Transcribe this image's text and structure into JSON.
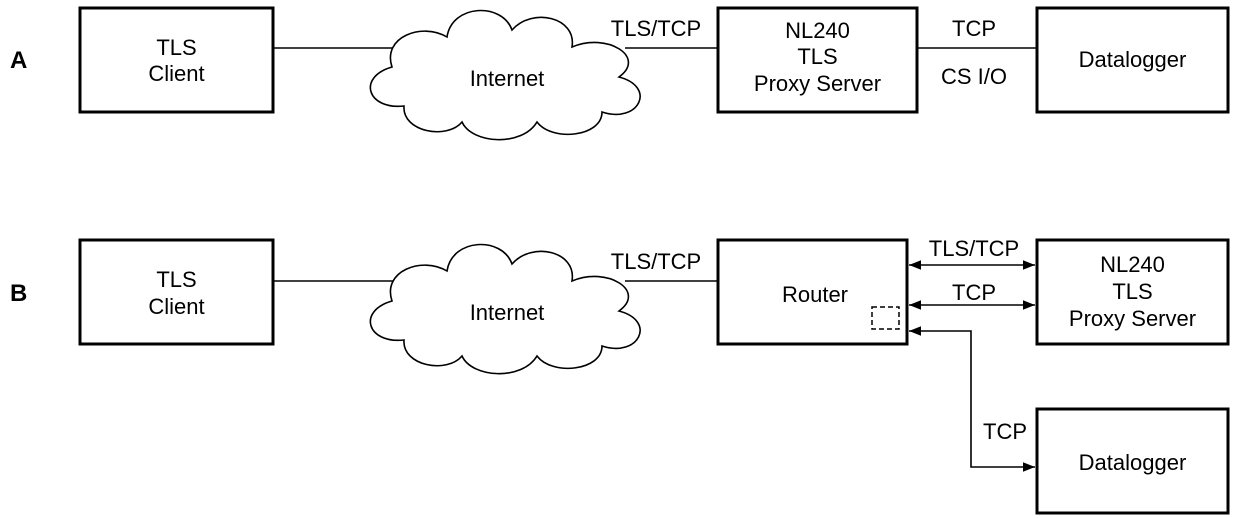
{
  "panel_a": {
    "label": "A",
    "client_line1": "TLS",
    "client_line2": "Client",
    "cloud_label": "Internet",
    "link_internet_proxy": "TLS/TCP",
    "proxy_line1": "NL240",
    "proxy_line2": "TLS",
    "proxy_line3": "Proxy Server",
    "link_proxy_logger_top": "TCP",
    "link_proxy_logger_bottom": "CS I/O",
    "datalogger": "Datalogger"
  },
  "panel_b": {
    "label": "B",
    "client_line1": "TLS",
    "client_line2": "Client",
    "cloud_label": "Internet",
    "link_internet_router": "TLS/TCP",
    "router": "Router",
    "link_router_proxy_tls": "TLS/TCP",
    "link_router_proxy_tcp": "TCP",
    "proxy_line1": "NL240",
    "proxy_line2": "TLS",
    "proxy_line3": "Proxy Server",
    "link_router_logger": "TCP",
    "datalogger": "Datalogger"
  }
}
